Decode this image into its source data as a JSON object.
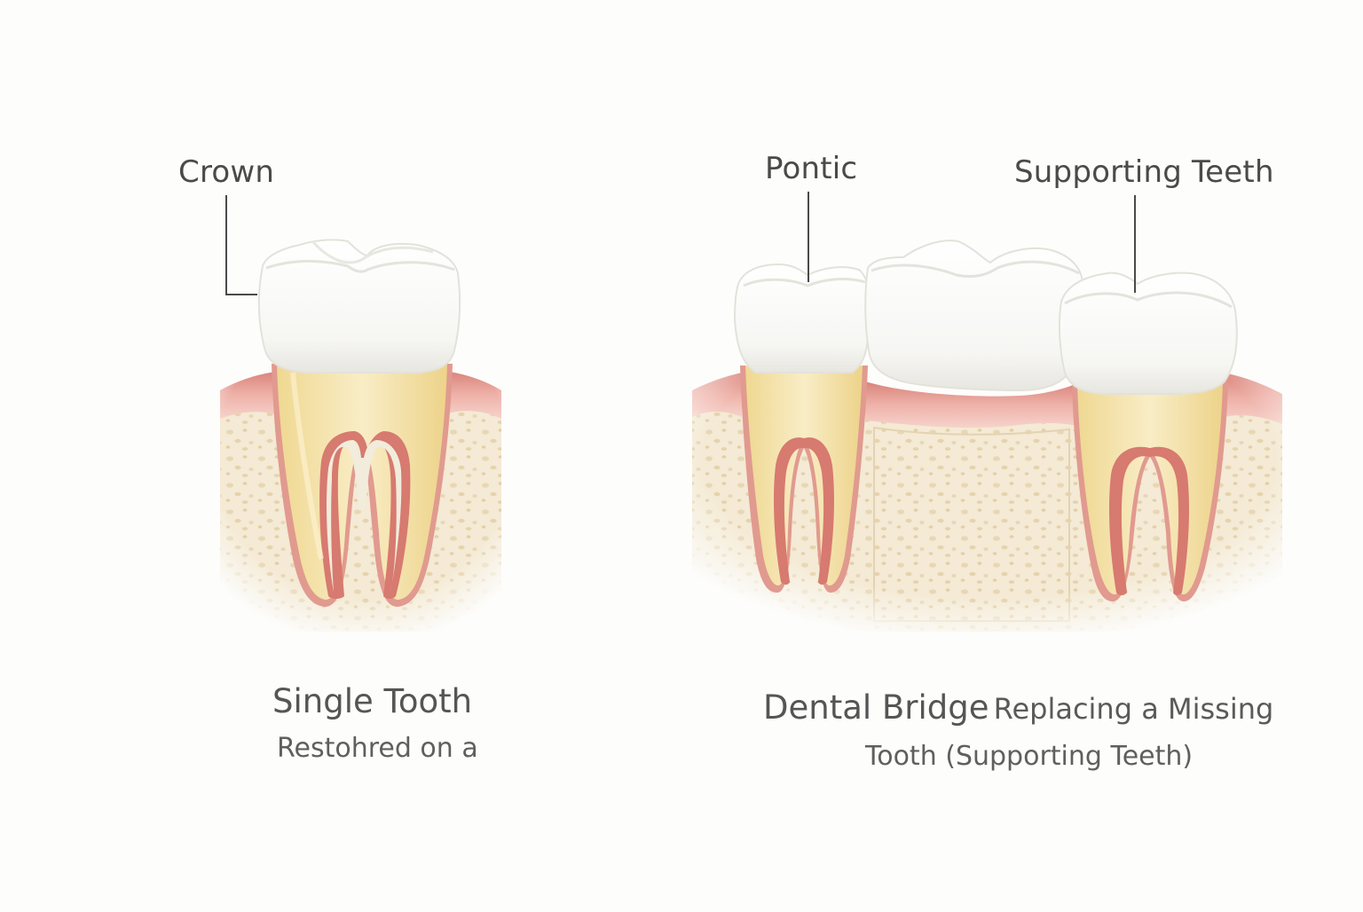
{
  "callouts": {
    "crown": "Crown",
    "pontic": "Pontic",
    "supporting_teeth": "Supporting Teeth"
  },
  "captions": {
    "left_line1": "Single Tooth",
    "left_line2": "Restohred on a",
    "right_line1_a": "Dental Bridge",
    "right_line1_b": "Replacing a Missing",
    "right_line2": "Tooth (Supporting Teeth)"
  },
  "colors": {
    "background": "#fdfdfc",
    "bone": "#f4ead5",
    "bone_pores": "#e6d3ad",
    "gum": "#e9a29a",
    "gum_dark": "#d9837a",
    "root": "#f3e3ad",
    "enamel": "#ffffff",
    "pulp": "#f1efe4",
    "leader": "#4a4a4a"
  }
}
